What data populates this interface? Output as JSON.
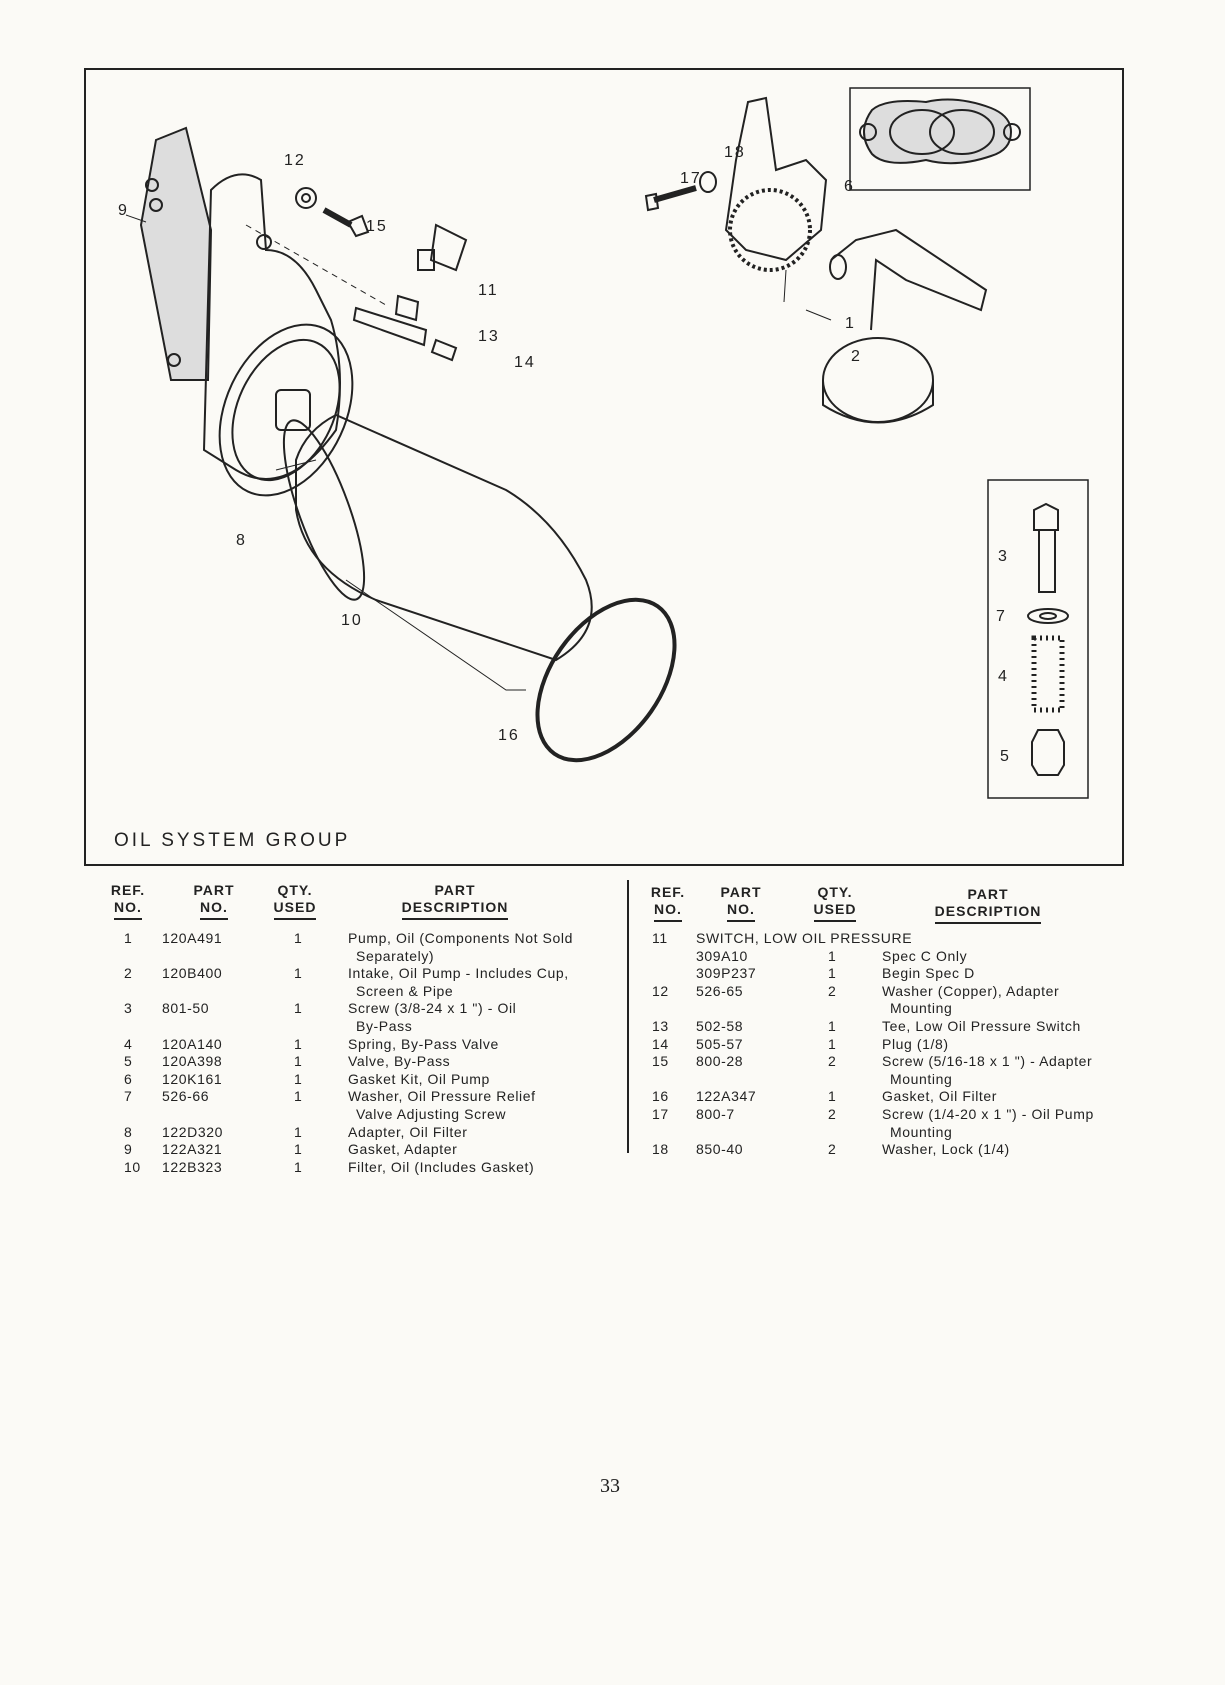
{
  "figure": {
    "title": "OIL SYSTEM GROUP",
    "callouts": [
      "1",
      "2",
      "3",
      "4",
      "5",
      "6",
      "7",
      "8",
      "9",
      "10",
      "11",
      "12",
      "13",
      "14",
      "15",
      "16",
      "17",
      "18"
    ]
  },
  "headers": {
    "ref": [
      "REF.",
      "NO."
    ],
    "part_no": [
      "PART",
      "NO."
    ],
    "qty": [
      "QTY.",
      "USED"
    ],
    "desc": [
      "PART",
      "DESCRIPTION"
    ]
  },
  "left_rows": [
    {
      "ref": "1",
      "part": "120A491",
      "qty": "1",
      "desc": [
        "Pump, Oil (Components Not Sold",
        "Separately)"
      ]
    },
    {
      "ref": "2",
      "part": "120B400",
      "qty": "1",
      "desc": [
        "Intake, Oil Pump - Includes Cup,",
        "Screen & Pipe"
      ]
    },
    {
      "ref": "3",
      "part": "801-50",
      "qty": "1",
      "desc": [
        "Screw (3/8-24 x 1 \") - Oil",
        "By-Pass"
      ]
    },
    {
      "ref": "4",
      "part": "120A140",
      "qty": "1",
      "desc": [
        "Spring, By-Pass Valve"
      ]
    },
    {
      "ref": "5",
      "part": "120A398",
      "qty": "1",
      "desc": [
        "Valve, By-Pass"
      ]
    },
    {
      "ref": "6",
      "part": "120K161",
      "qty": "1",
      "desc": [
        "Gasket Kit, Oil Pump"
      ]
    },
    {
      "ref": "7",
      "part": "526-66",
      "qty": "1",
      "desc": [
        "Washer, Oil Pressure Relief",
        "Valve Adjusting Screw"
      ]
    },
    {
      "ref": "8",
      "part": "122D320",
      "qty": "1",
      "desc": [
        "Adapter, Oil Filter"
      ]
    },
    {
      "ref": "9",
      "part": "122A321",
      "qty": "1",
      "desc": [
        "Gasket, Adapter"
      ]
    },
    {
      "ref": "10",
      "part": "122B323",
      "qty": "1",
      "desc": [
        "Filter, Oil (Includes Gasket)"
      ]
    }
  ],
  "right_rows": [
    {
      "ref": "11",
      "part": "SWITCH, LOW OIL PRESSURE",
      "qty": "",
      "desc": []
    },
    {
      "ref": "",
      "part": "309A10",
      "qty": "1",
      "desc": [
        "Spec C Only"
      ]
    },
    {
      "ref": "",
      "part": "309P237",
      "qty": "1",
      "desc": [
        "Begin Spec D"
      ]
    },
    {
      "ref": "12",
      "part": "526-65",
      "qty": "2",
      "desc": [
        "Washer (Copper), Adapter",
        "Mounting"
      ]
    },
    {
      "ref": "13",
      "part": "502-58",
      "qty": "1",
      "desc": [
        "Tee, Low Oil Pressure Switch"
      ]
    },
    {
      "ref": "14",
      "part": "505-57",
      "qty": "1",
      "desc": [
        "Plug (1/8)"
      ]
    },
    {
      "ref": "15",
      "part": "800-28",
      "qty": "2",
      "desc": [
        "Screw (5/16-18 x 1 \") - Adapter",
        "Mounting"
      ]
    },
    {
      "ref": "16",
      "part": "122A347",
      "qty": "1",
      "desc": [
        "Gasket, Oil Filter"
      ]
    },
    {
      "ref": "17",
      "part": "800-7",
      "qty": "2",
      "desc": [
        "Screw (1/4-20 x 1 \") - Oil Pump",
        "Mounting"
      ]
    },
    {
      "ref": "18",
      "part": "850-40",
      "qty": "2",
      "desc": [
        "Washer, Lock (1/4)"
      ]
    }
  ],
  "page_number": "33"
}
